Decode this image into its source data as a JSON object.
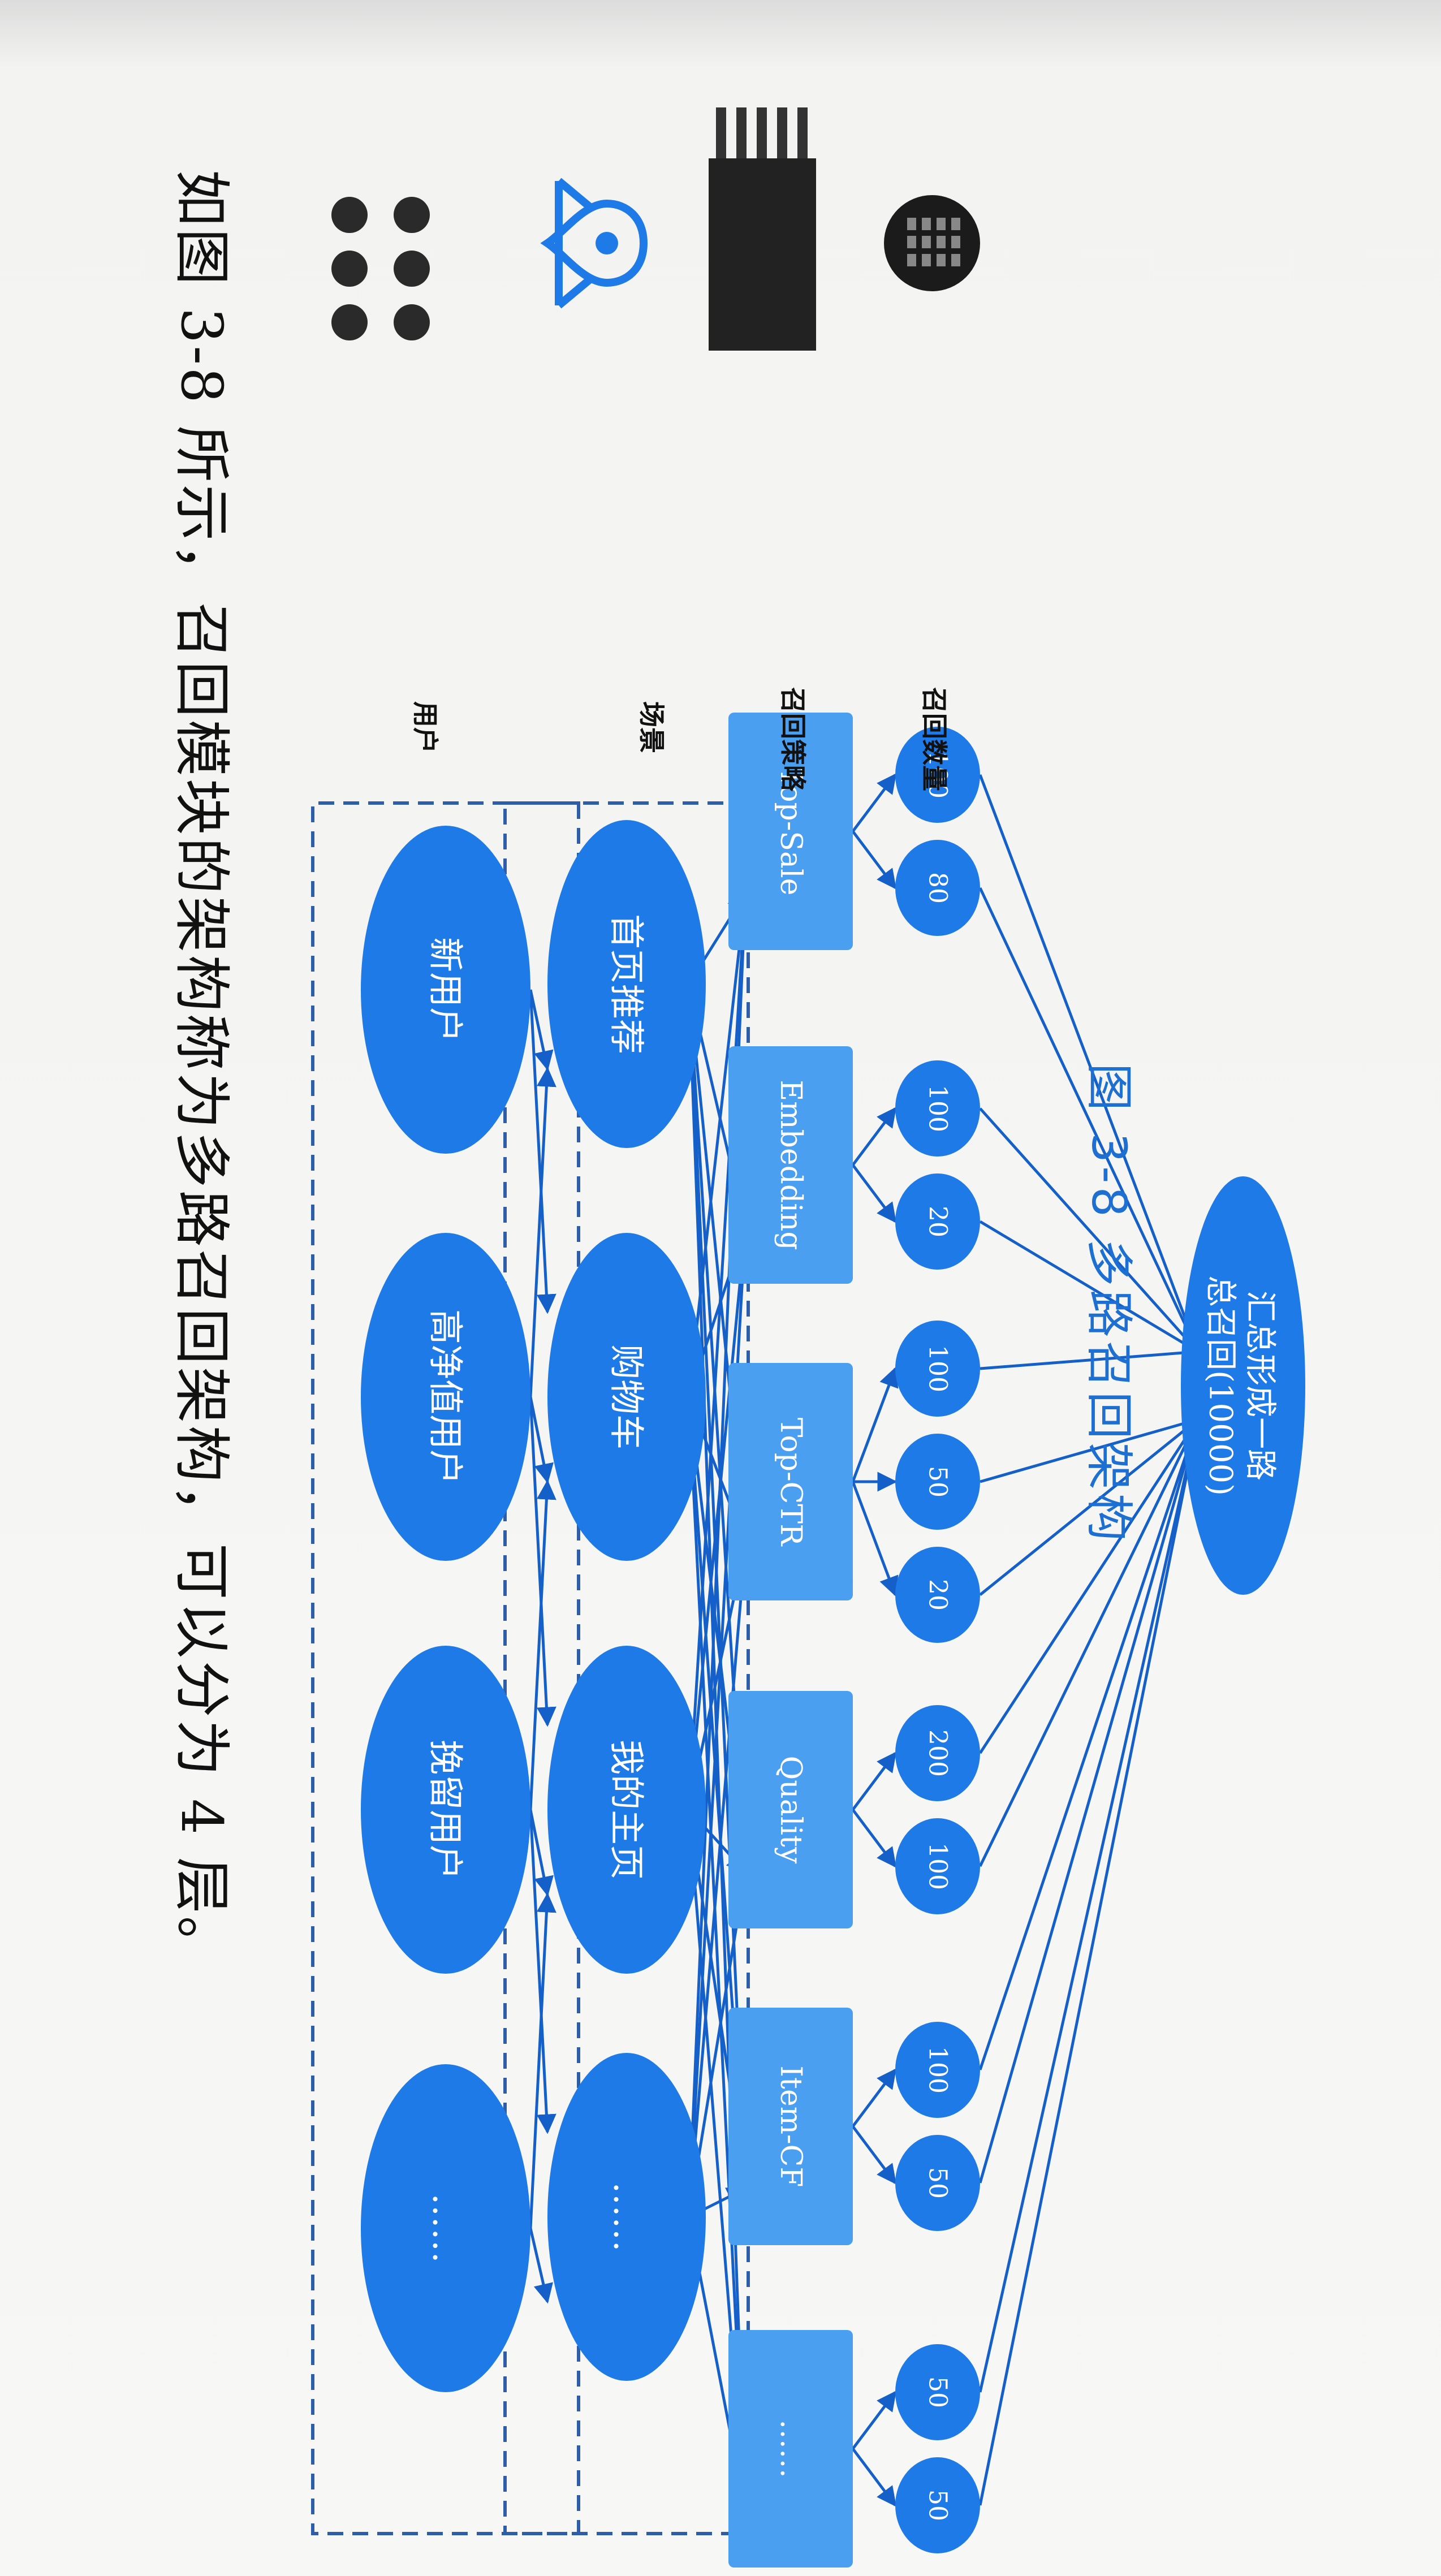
{
  "intro_text": "如图 3-8 所示，召回模块的架构称为多路召回架构，可以分为 4 层。",
  "caption": "图 3-8   多路召回架构",
  "side_labels": {
    "users": "用户",
    "scene": "场景",
    "strategy": "召回策略",
    "count": "召回数量"
  },
  "users": [
    "新用户",
    "高净值用户",
    "挽留用户",
    "……"
  ],
  "scenes": [
    "首页推荐",
    "购物车",
    "我的主页",
    "……"
  ],
  "strategies": [
    {
      "name": "Top-Sale",
      "counts": [
        "100",
        "80"
      ]
    },
    {
      "name": "Embedding",
      "counts": [
        "100",
        "20"
      ]
    },
    {
      "name": "Top-CTR",
      "counts": [
        "100",
        "50",
        "20"
      ]
    },
    {
      "name": "Quality",
      "counts": [
        "200",
        "100"
      ]
    },
    {
      "name": "Item-CF",
      "counts": [
        "100",
        "50"
      ]
    },
    {
      "name": "……",
      "counts": [
        "50",
        "50"
      ]
    }
  ],
  "summary": {
    "line1": "汇总形成一路",
    "line2": "总召回(10000)"
  },
  "colors": {
    "blue": "#1e7ae6",
    "box_blue": "#4a9ff0",
    "line_blue": "#1560c8",
    "dash": "#2f5ea8"
  },
  "icons": [
    "users-icon",
    "location-pin-icon",
    "chip-icon",
    "calculator-icon"
  ]
}
